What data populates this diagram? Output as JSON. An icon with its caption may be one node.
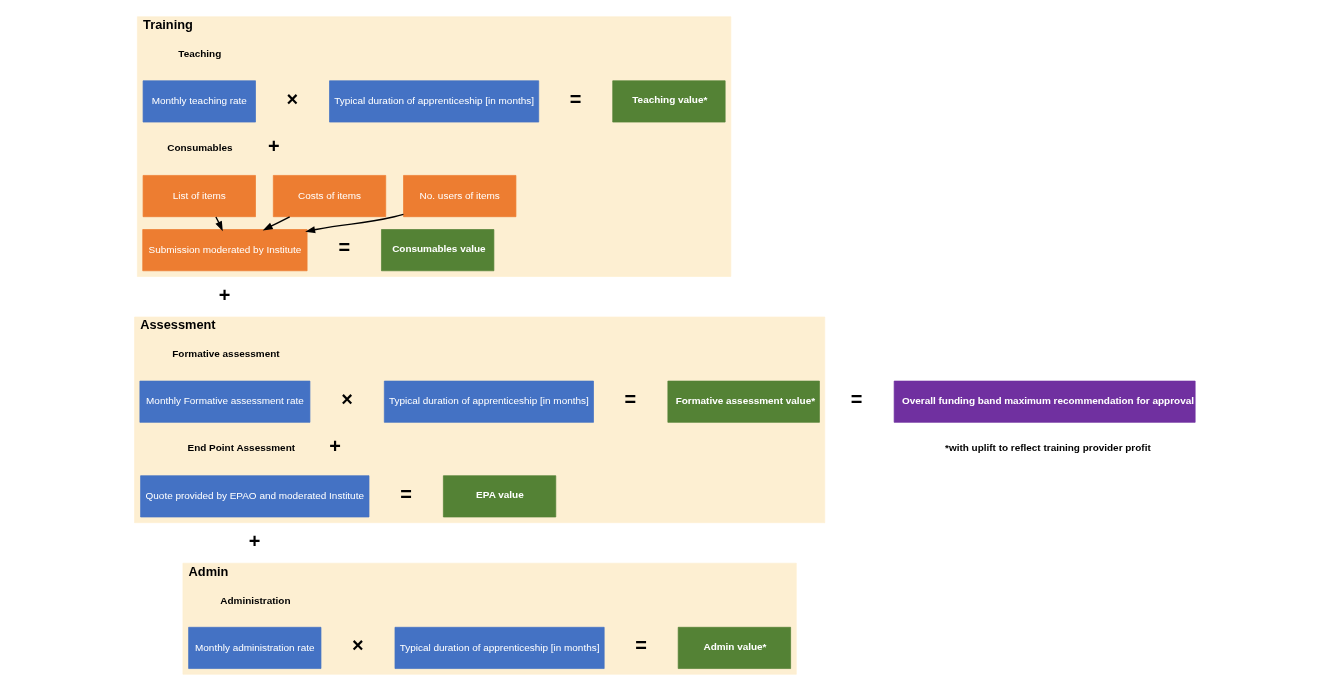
{
  "diagram": {
    "nodes": [
      {
        "text": [
          "Training"
        ]
      },
      {
        "text": [
          "Monthly teaching rate"
        ],
        "in": 0
      },
      {
        "text": [
          "Typical duration of apprenticeship [in months]"
        ],
        "in": 0
      },
      {
        "text": [
          "Teaching value*"
        ],
        "in": 0
      },
      {
        "text": [
          "List of items"
        ],
        "in": 0
      },
      {
        "text": [
          "Costs of items"
        ],
        "in": 0
      },
      {
        "text": [
          "No. users of items"
        ],
        "in": 0
      },
      {
        "text": [
          "Submission moderated by Institute"
        ],
        "in": 0
      },
      {
        "text": [
          "Consumables value"
        ],
        "in": 0
      },
      {
        "text": [
          "Assessment"
        ]
      },
      {
        "text": [
          "Monthly Formative assessment rate"
        ],
        "in": 9
      },
      {
        "text": [
          "Typical duration of apprenticeship [in months]"
        ],
        "in": 9
      },
      {
        "text": [
          "Formative assessment value*"
        ],
        "in": 9
      },
      {
        "text": [
          "Quote provided by EPAO and moderated Institute"
        ],
        "in": 9
      },
      {
        "text": [
          "EPA value"
        ],
        "in": 9
      },
      {
        "text": [
          "Admin"
        ]
      },
      {
        "text": [
          "Monthly administration rate"
        ],
        "in": 15
      },
      {
        "text": [
          "Typical duration of apprenticeship [in months]"
        ],
        "in": 15
      },
      {
        "text": [
          "Admin value*"
        ],
        "in": 15
      },
      {
        "text": [
          "Overall funding band maximum recommendation for approval"
        ]
      }
    ],
    "edges": [
      {
        "from": 4,
        "to": 7,
        "arrow": "to"
      },
      {
        "from": 5,
        "to": 7,
        "arrow": "to"
      },
      {
        "from": 6,
        "to": 7,
        "arrow": "to"
      }
    ],
    "labels": [
      "Teaching",
      "×",
      "=",
      "+",
      "Consumables",
      "=",
      "+",
      "Formative assessment",
      "×",
      "=",
      "=",
      "+",
      "End Point Assessment",
      "=",
      "+",
      "Administration",
      "×",
      "=",
      "*with uplift to reflect training provider profit"
    ]
  }
}
